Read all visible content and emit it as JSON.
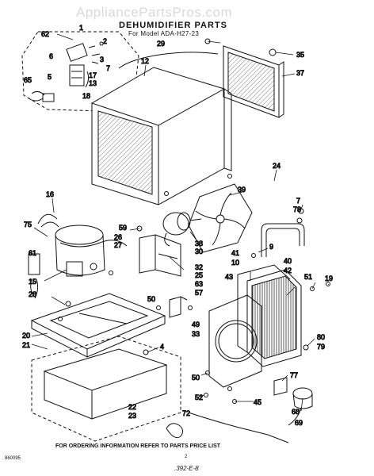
{
  "watermark": "AppliancePartsPros.com",
  "title": "DEHUMIDIFIER PARTS",
  "subtitle": "For Model ADA-H27-23",
  "footer_note": "FOR ORDERING INFORMATION REFER TO PARTS PRICE LIST",
  "catalog_code": "860095",
  "page_number": "2",
  "page_code": ".392-E-8",
  "callouts": {
    "c62": "62",
    "c1": "1",
    "c2": "2",
    "c6": "6",
    "c3": "3",
    "c7a": "7",
    "c5": "5",
    "c17": "17",
    "c13": "13",
    "c65": "65",
    "c18": "18",
    "c29": "29",
    "c35": "35",
    "c37": "37",
    "c12": "12",
    "c24": "24",
    "c16": "16",
    "c39": "39",
    "c7b": "7",
    "c78": "78",
    "c75": "75",
    "c59": "59",
    "c26": "26",
    "c27": "27",
    "c61": "61",
    "c30": "30",
    "c38": "38",
    "c9": "9",
    "c41": "41",
    "c10": "10",
    "c40": "40",
    "c42": "42",
    "c32": "32",
    "c25": "25",
    "c63": "63",
    "c57": "57",
    "c43": "43",
    "c51": "51",
    "c19": "19",
    "c15": "15",
    "c28": "28",
    "c50a": "50",
    "c49": "49",
    "c33": "33",
    "c20": "20",
    "c21": "21",
    "c4": "4",
    "c80": "80",
    "c79": "79",
    "c50b": "50",
    "c77": "77",
    "c45": "45",
    "c52": "52",
    "c22": "22",
    "c23": "23",
    "c72": "72",
    "c68": "68",
    "c69": "69"
  }
}
